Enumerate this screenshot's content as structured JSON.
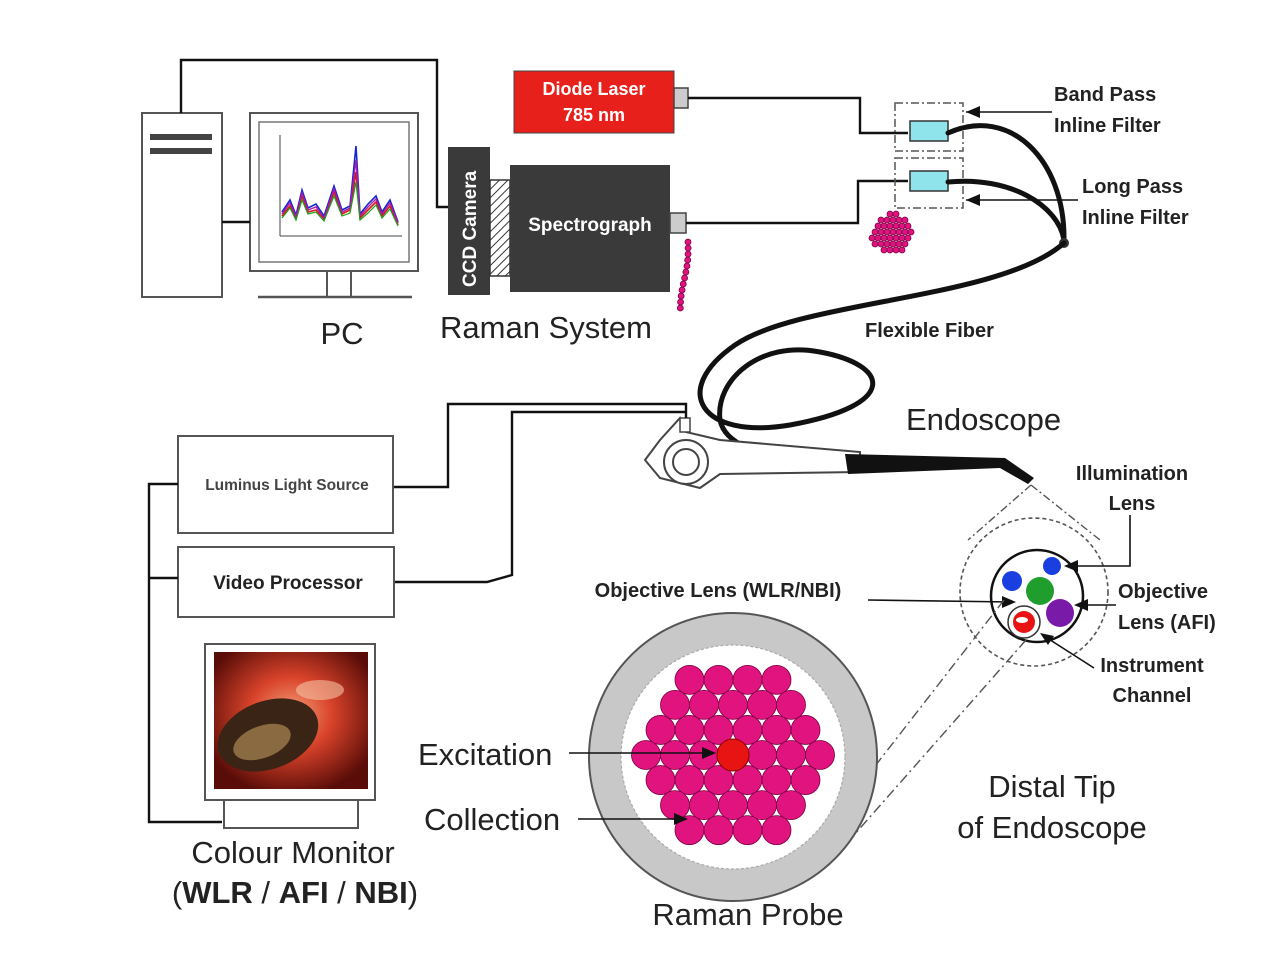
{
  "labels": {
    "diode_laser_line1": "Diode Laser",
    "diode_laser_line2": "785 nm",
    "band_pass_line1": "Band Pass",
    "band_pass_line2": "Inline Filter",
    "long_pass_line1": "Long Pass",
    "long_pass_line2": "Inline Filter",
    "ccd_camera": "CCD Camera",
    "spectrograph": "Spectrograph",
    "pc": "PC",
    "raman_system": "Raman System",
    "flexible_fiber": "Flexible Fiber",
    "endoscope": "Endoscope",
    "illumination_line1": "Illumination",
    "illumination_line2": "Lens",
    "light_source": "Luminus Light Source",
    "video_processor": "Video Processor",
    "objective_wlr": "Objective Lens (WLR/NBI)",
    "objective_afi_line1": "Objective",
    "objective_afi_line2": "Lens (AFI)",
    "instrument_line1": "Instrument",
    "instrument_line2": "Channel",
    "excitation": "Excitation",
    "collection": "Collection",
    "distal_line1": "Distal Tip",
    "distal_line2": "of Endoscope",
    "monitor_line1": "Colour Monitor",
    "monitor_line2_open": "(",
    "monitor_line2_wlr": "WLR",
    "monitor_line2_sep1": " / ",
    "monitor_line2_afi": "AFI",
    "monitor_line2_sep2": " / ",
    "monitor_line2_nbi": "NBI",
    "monitor_line2_close": ")",
    "raman_probe": "Raman Probe"
  },
  "colors": {
    "laser_red": "#e8201c",
    "spectrograph_dark": "#3a3a3a",
    "filter_cyan": "#8fe3ea",
    "fiber_magenta": "#e0137f",
    "excitation_red": "#e81414",
    "lens_blue": "#1a3fe0",
    "lens_green": "#1f9e2e",
    "lens_purple": "#7a1aa8",
    "probe_ring_gray": "#c8c8c8"
  }
}
